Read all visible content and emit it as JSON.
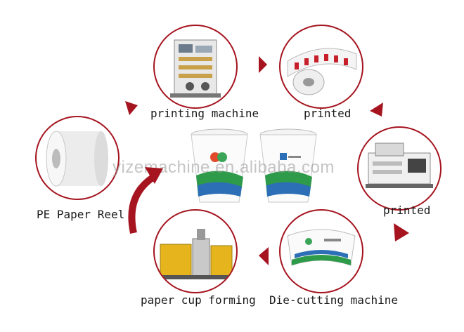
{
  "labels": {
    "printing_machine": "printing machine",
    "printed_top": "printed",
    "printed_right": "printed",
    "pe_paper_reel": "PE Paper Reel",
    "paper_cup_forming": "paper cup forming",
    "die_cutting_machine": "Die-cutting machine"
  },
  "watermark": "yizemachine.en.alibaba.com",
  "colors": {
    "accent": "#a5141f",
    "ring": "#a5141f"
  }
}
